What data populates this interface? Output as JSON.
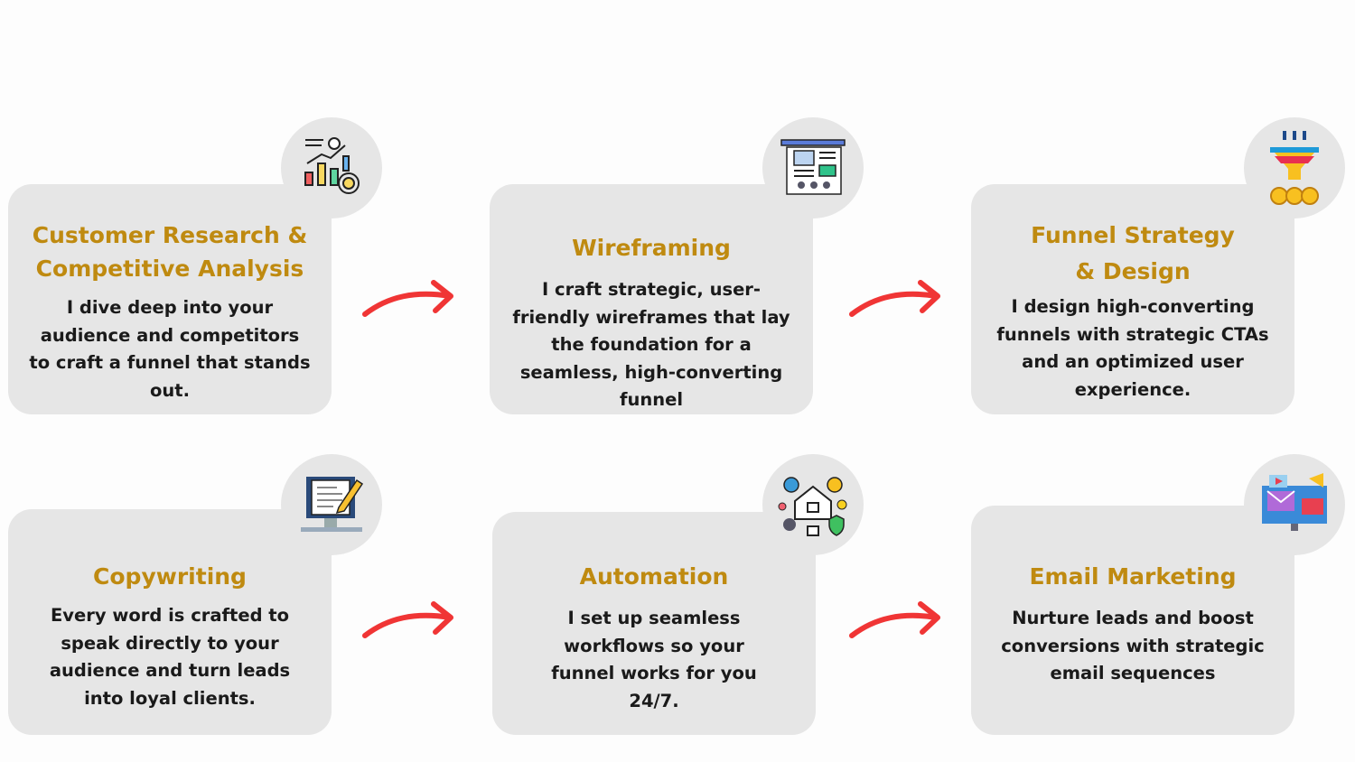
{
  "cards": [
    {
      "title": "Customer Research & Competitive Analysis",
      "description": "I dive deep into your audience and competitors to craft a funnel that stands out.",
      "icon": "analytics-icon"
    },
    {
      "title": "Wireframing",
      "description": "I craft strategic, user-friendly wireframes that lay the foundation for a seamless, high-converting funnel",
      "icon": "wireframe-icon"
    },
    {
      "title": "Funnel Strategy & Design",
      "description": "I design high-converting funnels with strategic CTAs and an optimized user experience.",
      "icon": "funnel-icon"
    },
    {
      "title": "Copywriting",
      "description": "Every word is crafted to speak directly to your audience and turn leads into loyal clients.",
      "icon": "copywriting-icon"
    },
    {
      "title": "Automation",
      "description": "I set up seamless workflows so your funnel works for you 24/7.",
      "icon": "automation-icon"
    },
    {
      "title": "Email Marketing",
      "description": "Nurture leads and boost conversions with strategic email sequences",
      "icon": "email-icon"
    }
  ],
  "colors": {
    "title": "#bf8a10",
    "card": "#e6e6e6",
    "arrow": "#f03535"
  }
}
